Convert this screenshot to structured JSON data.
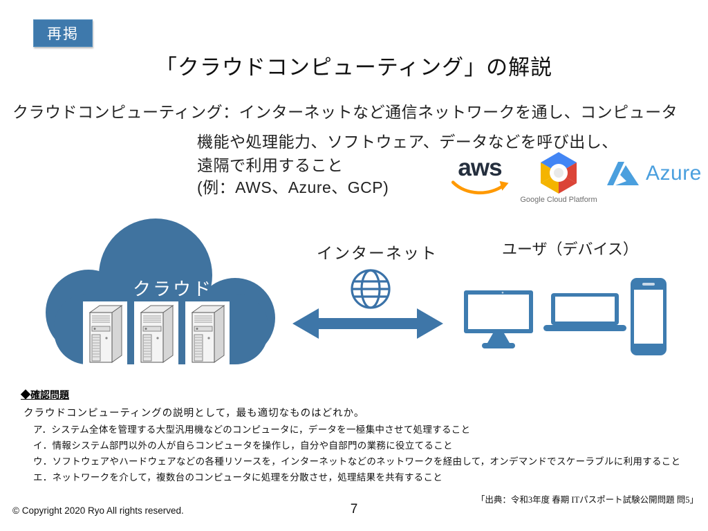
{
  "slide": {
    "badge": "再掲",
    "title": "「クラウドコンピューティング」の解説"
  },
  "description": {
    "line1": "クラウドコンピューティング：インターネットなど通信ネットワークを通し、コンピュータ",
    "line2": "機能や処理能力、ソフトウェア、データなどを呼び出し、",
    "line3": "遠隔で利用すること",
    "line4": "(例：AWS、Azure、GCP)"
  },
  "logos": {
    "aws_text": "aws",
    "gcp_text": "Google Cloud Platform",
    "azure_text": "Azure"
  },
  "diagram": {
    "cloud_label": "クラウド",
    "internet_label": "インターネット",
    "user_label": "ユーザ（デバイス）"
  },
  "question": {
    "heading": "◆確認問題",
    "prompt": "クラウドコンピューティングの説明として，最も適切なものはどれか。",
    "options": [
      "ア．システム全体を管理する大型汎用機などのコンピュータに，データを一極集中させて処理すること",
      "イ．情報システム部門以外の人が自らコンピュータを操作し，自分や自部門の業務に役立てること",
      "ウ．ソフトウェアやハードウェアなどの各種リソースを，インターネットなどのネットワークを経由して，オンデマンドでスケーラブルに利用すること",
      "エ．ネットワークを介して，複数台のコンピュータに処理を分散させ，処理結果を共有すること"
    ]
  },
  "footer": {
    "copyright": "© Copyright 2020 Ryo All rights reserved.",
    "page_number": "7",
    "citation": "「出典：令和3年度 春期 ITパスポート試験公開問題 問5」"
  },
  "colors": {
    "badge_blue": "#3E79AC",
    "cloud_blue": "#40739F",
    "device_blue": "#3E7CB0",
    "arrow_blue": "#3E76A8",
    "globe_blue": "#3A72A8",
    "aws_navy": "#252F3E",
    "aws_orange": "#FF9900",
    "gcp_blue": "#4285F4",
    "gcp_red": "#DB4437",
    "gcp_yellow": "#F4B400",
    "azure_blue": "#4A9FDE"
  }
}
